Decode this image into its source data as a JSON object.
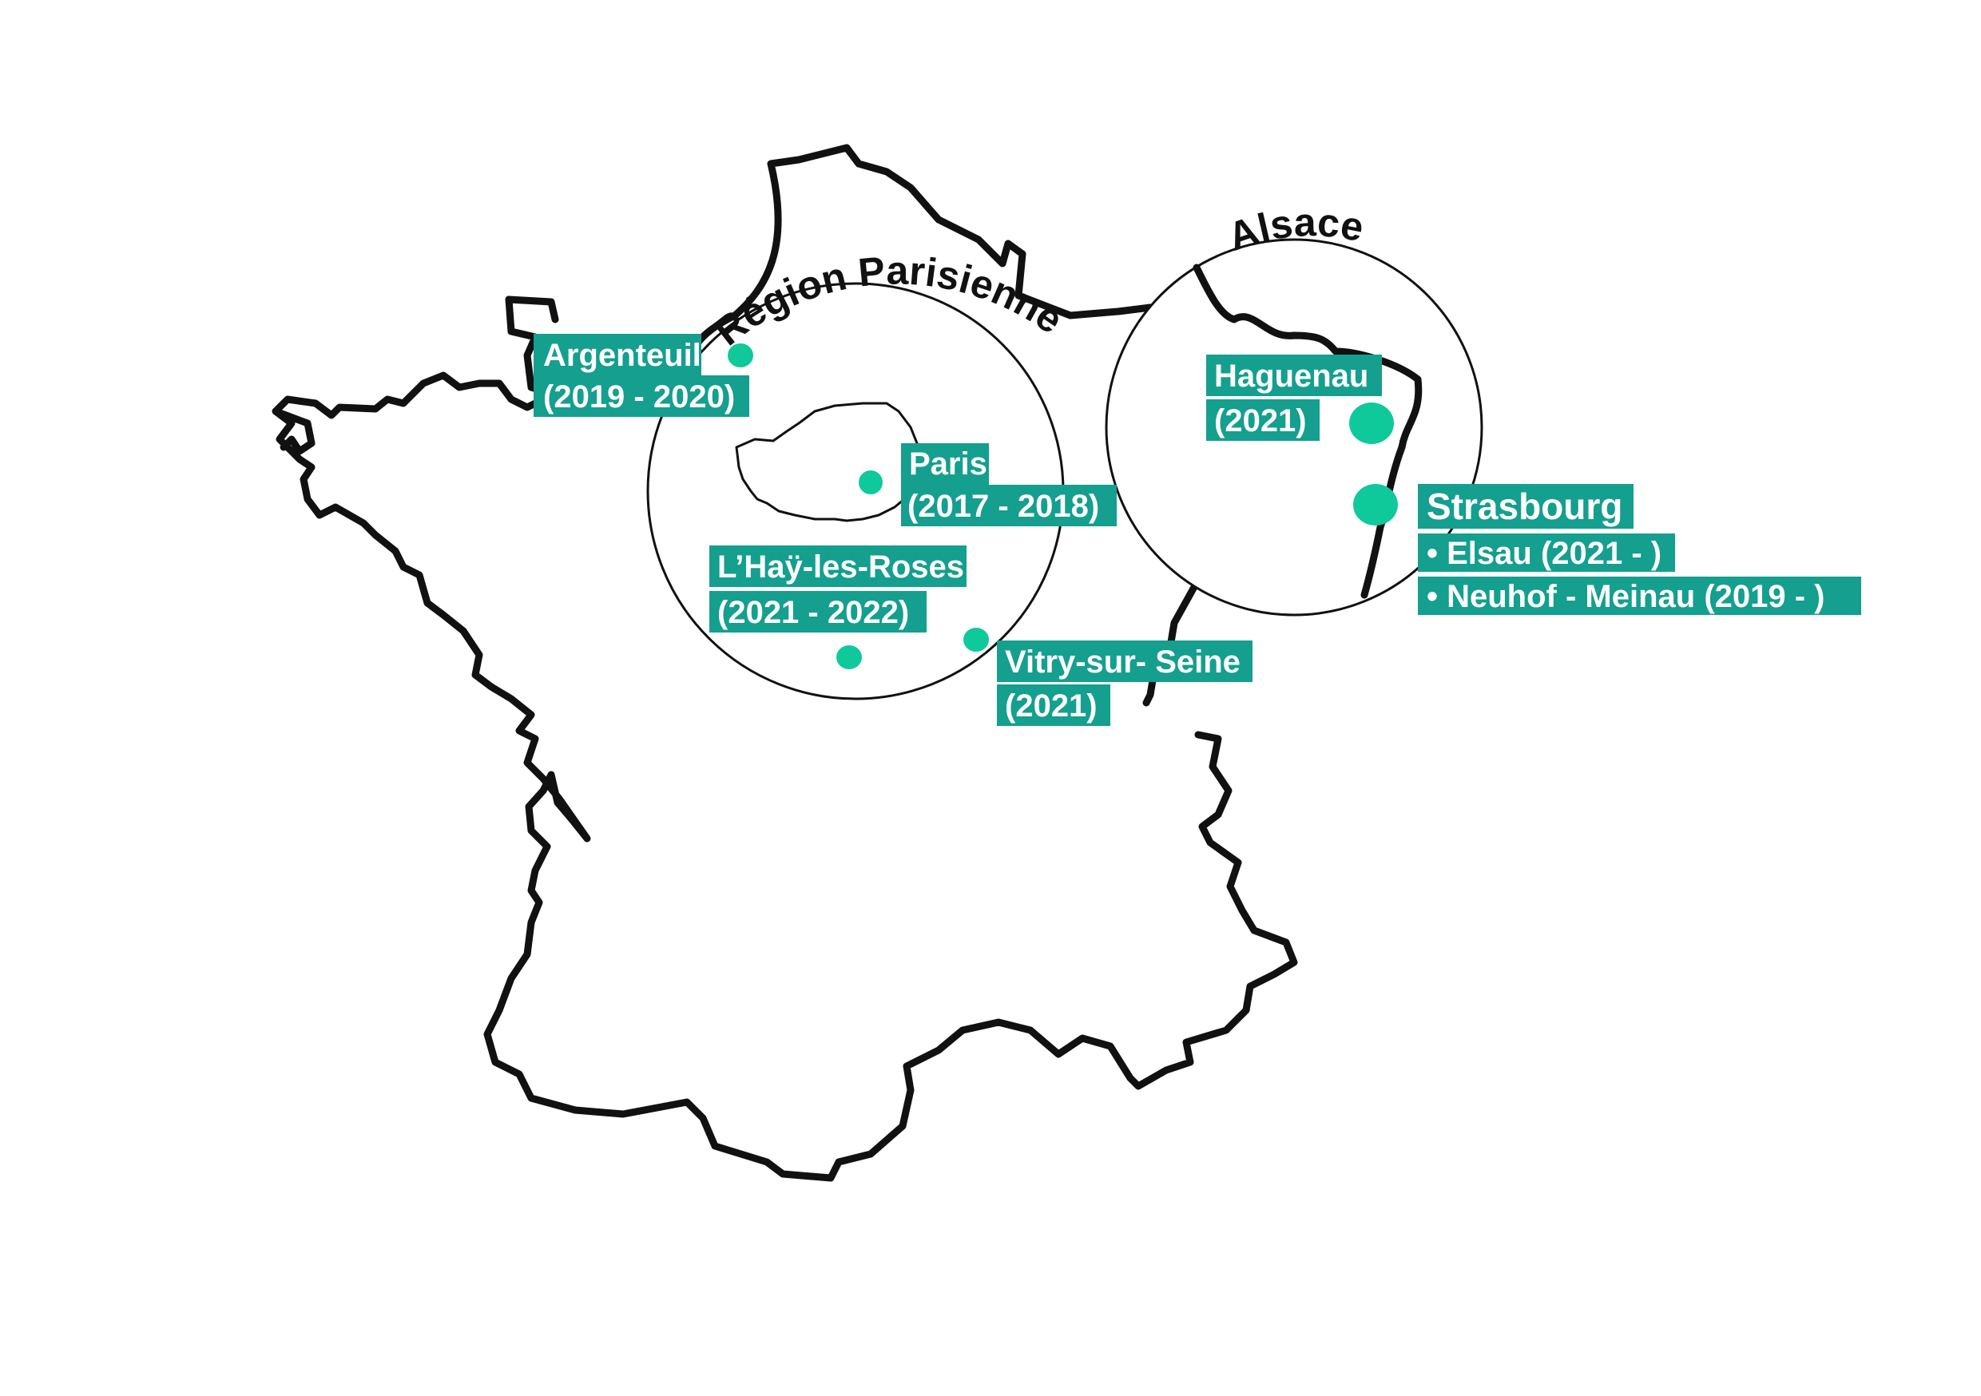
{
  "colors": {
    "teal_box": "#149F8F",
    "marker": "#10C99A",
    "outline": "#111111",
    "background": "#FFFFFF"
  },
  "regions": {
    "paris_region_title": "Région Parisienne",
    "alsace_title": "Alsace"
  },
  "places": {
    "argenteuil": {
      "name": "Argenteuil",
      "years": "(2019 - 2020)"
    },
    "paris": {
      "name": "Paris",
      "years": "(2017 - 2018)"
    },
    "lhay": {
      "name": "L’Haÿ-les-Roses",
      "years": "(2021 - 2022)"
    },
    "vitry": {
      "name": "Vitry-sur- Seine",
      "years": "(2021)"
    },
    "haguenau": {
      "name": "Haguenau",
      "years": "(2021)"
    },
    "strasbourg": {
      "name": "Strasbourg",
      "items": [
        "• Elsau (2021 - )",
        "• Neuhof - Meinau (2019 - )"
      ]
    }
  }
}
